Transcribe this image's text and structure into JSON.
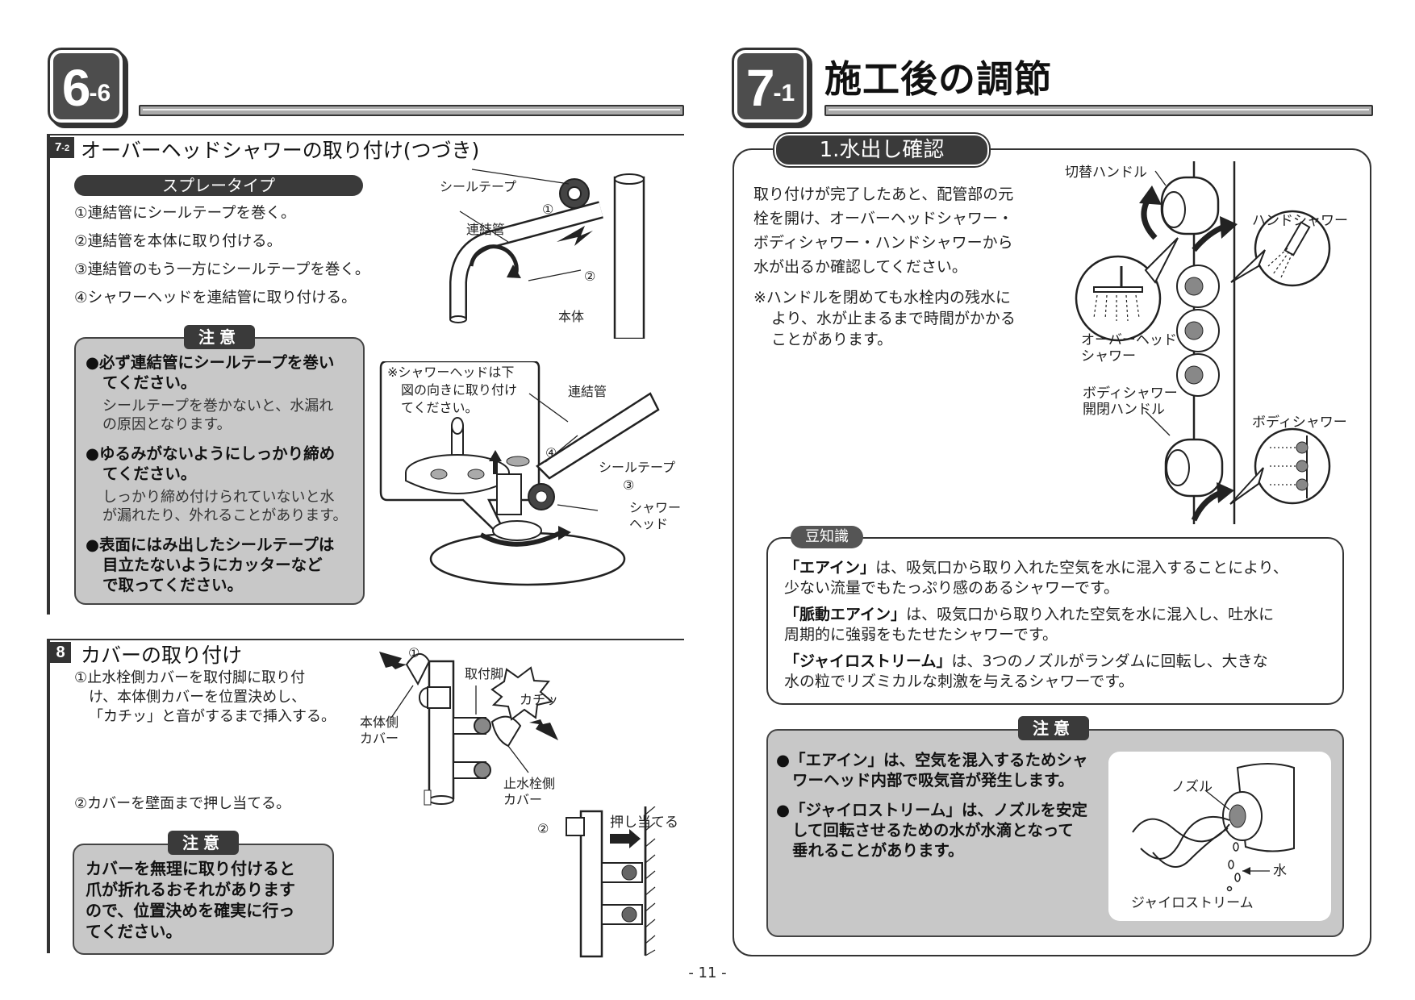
{
  "left": {
    "badge_main": "6",
    "badge_sub": "-6",
    "section72": {
      "num_main": "7",
      "num_sub": "-2",
      "title": "オーバーヘッドシャワーの取り付け(つづき)",
      "subtype": "スプレータイプ",
      "steps": [
        "①連結管にシールテープを巻く。",
        "②連結管を本体に取り付ける。",
        "③連結管のもう一方にシールテープを巻く。",
        "④シャワーヘッドを連結管に取り付ける。"
      ],
      "caution_label": "注意",
      "cautions": [
        {
          "bold_1": "●必ず連結管にシールテープを巻い",
          "bold_2": "てください。",
          "note_1": "シールテープを巻かないと、水漏れ",
          "note_2": "の原因となります。"
        },
        {
          "bold_1": "●ゆるみがないようにしっかり締め",
          "bold_2": "てください。",
          "note_1": "しっかり締め付けられていないと水",
          "note_2": "が漏れたり、外れることがあります。"
        },
        {
          "bold_1": "●表面にはみ出したシールテープは",
          "bold_2": "目立たないようにカッターなど",
          "bold_3": "で取ってください。"
        }
      ],
      "labels": {
        "seal_tape_top": "シールテープ",
        "circle1": "①",
        "pipe_top": "連結管",
        "circle2": "②",
        "body": "本体",
        "note_1": "※シャワーヘッドは下",
        "note_2": "図の向きに取り付け",
        "note_3": "てください。",
        "pipe_bottom": "連結管",
        "circle4": "④",
        "seal_tape_bottom": "シールテープ",
        "circle3": "③",
        "shower_head_1": "シャワー",
        "shower_head_2": "ヘッド"
      }
    },
    "section8": {
      "num": "8",
      "title": "カバーの取り付け",
      "step1_1": "①止水栓側カバーを取付脚に取り付",
      "step1_2": "け、本体側カバーを位置決めし、",
      "step1_3": "「カチッ」と音がするまで挿入する。",
      "step2": "②カバーを壁面まで押し当てる。",
      "caution_label": "注意",
      "caution_1": "カバーを無理に取り付けると",
      "caution_2": "爪が折れるおそれがあります",
      "caution_3": "ので、位置決めを確実に行っ",
      "caution_4": "てください。",
      "labels": {
        "circle1": "①",
        "mount_leg": "取付脚",
        "click": "カチッ",
        "body_cover_1": "本体側",
        "body_cover_2": "カバー",
        "valve_cover_1": "止水栓側",
        "valve_cover_2": "カバー",
        "circle2": "②",
        "press": "押し当てる"
      }
    }
  },
  "right": {
    "badge_main": "7",
    "badge_sub": "-1",
    "title": "施工後の調節",
    "section1": {
      "title": "1.水出し確認",
      "body_1": "取り付けが完了したあと、配管部の元",
      "body_2": "栓を開け、オーバーヘッドシャワー・",
      "body_3": "ボディシャワー・ハンドシャワーから",
      "body_4": "水が出るか確認してください。",
      "note_1": "※ハンドルを閉めても水栓内の残水に",
      "note_2": "より、水が止まるまで時間がかかる",
      "note_3": "ことがあります。",
      "labels": {
        "switch_handle": "切替ハンドル",
        "hand_shower": "ハンドシャワー",
        "overhead_1": "オーバーヘッド",
        "overhead_2": "シャワー",
        "body_handle_1": "ボディシャワー",
        "body_handle_2": "開閉ハンドル",
        "body_shower": "ボディシャワー"
      }
    },
    "trivia": {
      "label": "豆知識",
      "p1_term": "「エアイン」",
      "p1_a": "は、吸気口から取り入れた空気を水に混入することにより、",
      "p1_b": "少ない流量でもたっぷり感のあるシャワーです。",
      "p2_term": "「脈動エアイン」",
      "p2_a": "は、吸気口から取り入れた空気を水に混入し、吐水に",
      "p2_b": "周期的に強弱をもたせたシャワーです。",
      "p3_term": "「ジャイロストリーム」",
      "p3_a": "は、3つのノズルがランダムに回転し、大きな",
      "p3_b": "水の粒でリズミカルな刺激を与えるシャワーです。"
    },
    "caution": {
      "label": "注意",
      "c1_1": "●「エアイン」は、空気を混入するためシャ",
      "c1_2": "ワーヘッド内部で吸気音が発生します。",
      "c2_1": "●「ジャイロストリーム」は、ノズルを安定",
      "c2_2": "して回転させるための水が水滴となって",
      "c2_3": "垂れることがあります。",
      "labels": {
        "nozzle": "ノズル",
        "water": "水",
        "gyro": "ジャイロストリーム"
      }
    }
  },
  "page_number": "- 11 -"
}
